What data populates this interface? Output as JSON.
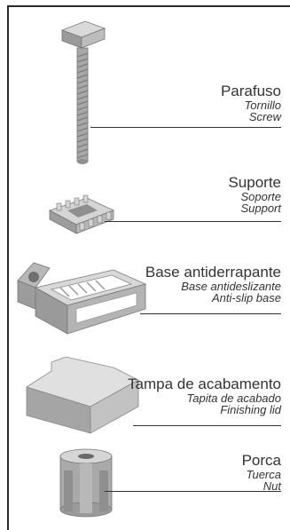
{
  "parts": [
    {
      "pt": "Parafuso",
      "es": "Tornillo",
      "en": "Screw"
    },
    {
      "pt": "Suporte",
      "es": "Soporte",
      "en": "Support"
    },
    {
      "pt": "Base antiderrapante",
      "es": "Base antideslizante",
      "en": "Anti-slip base"
    },
    {
      "pt": "Tampa de acabamento",
      "es": "Tapita de acabado",
      "en": "Finishing lid"
    },
    {
      "pt": "Porca",
      "es": "Tuerca",
      "en": "Nut"
    }
  ],
  "icons": [
    "screw-icon",
    "support-icon",
    "anti-slip-base-icon",
    "finishing-lid-icon",
    "nut-icon"
  ]
}
